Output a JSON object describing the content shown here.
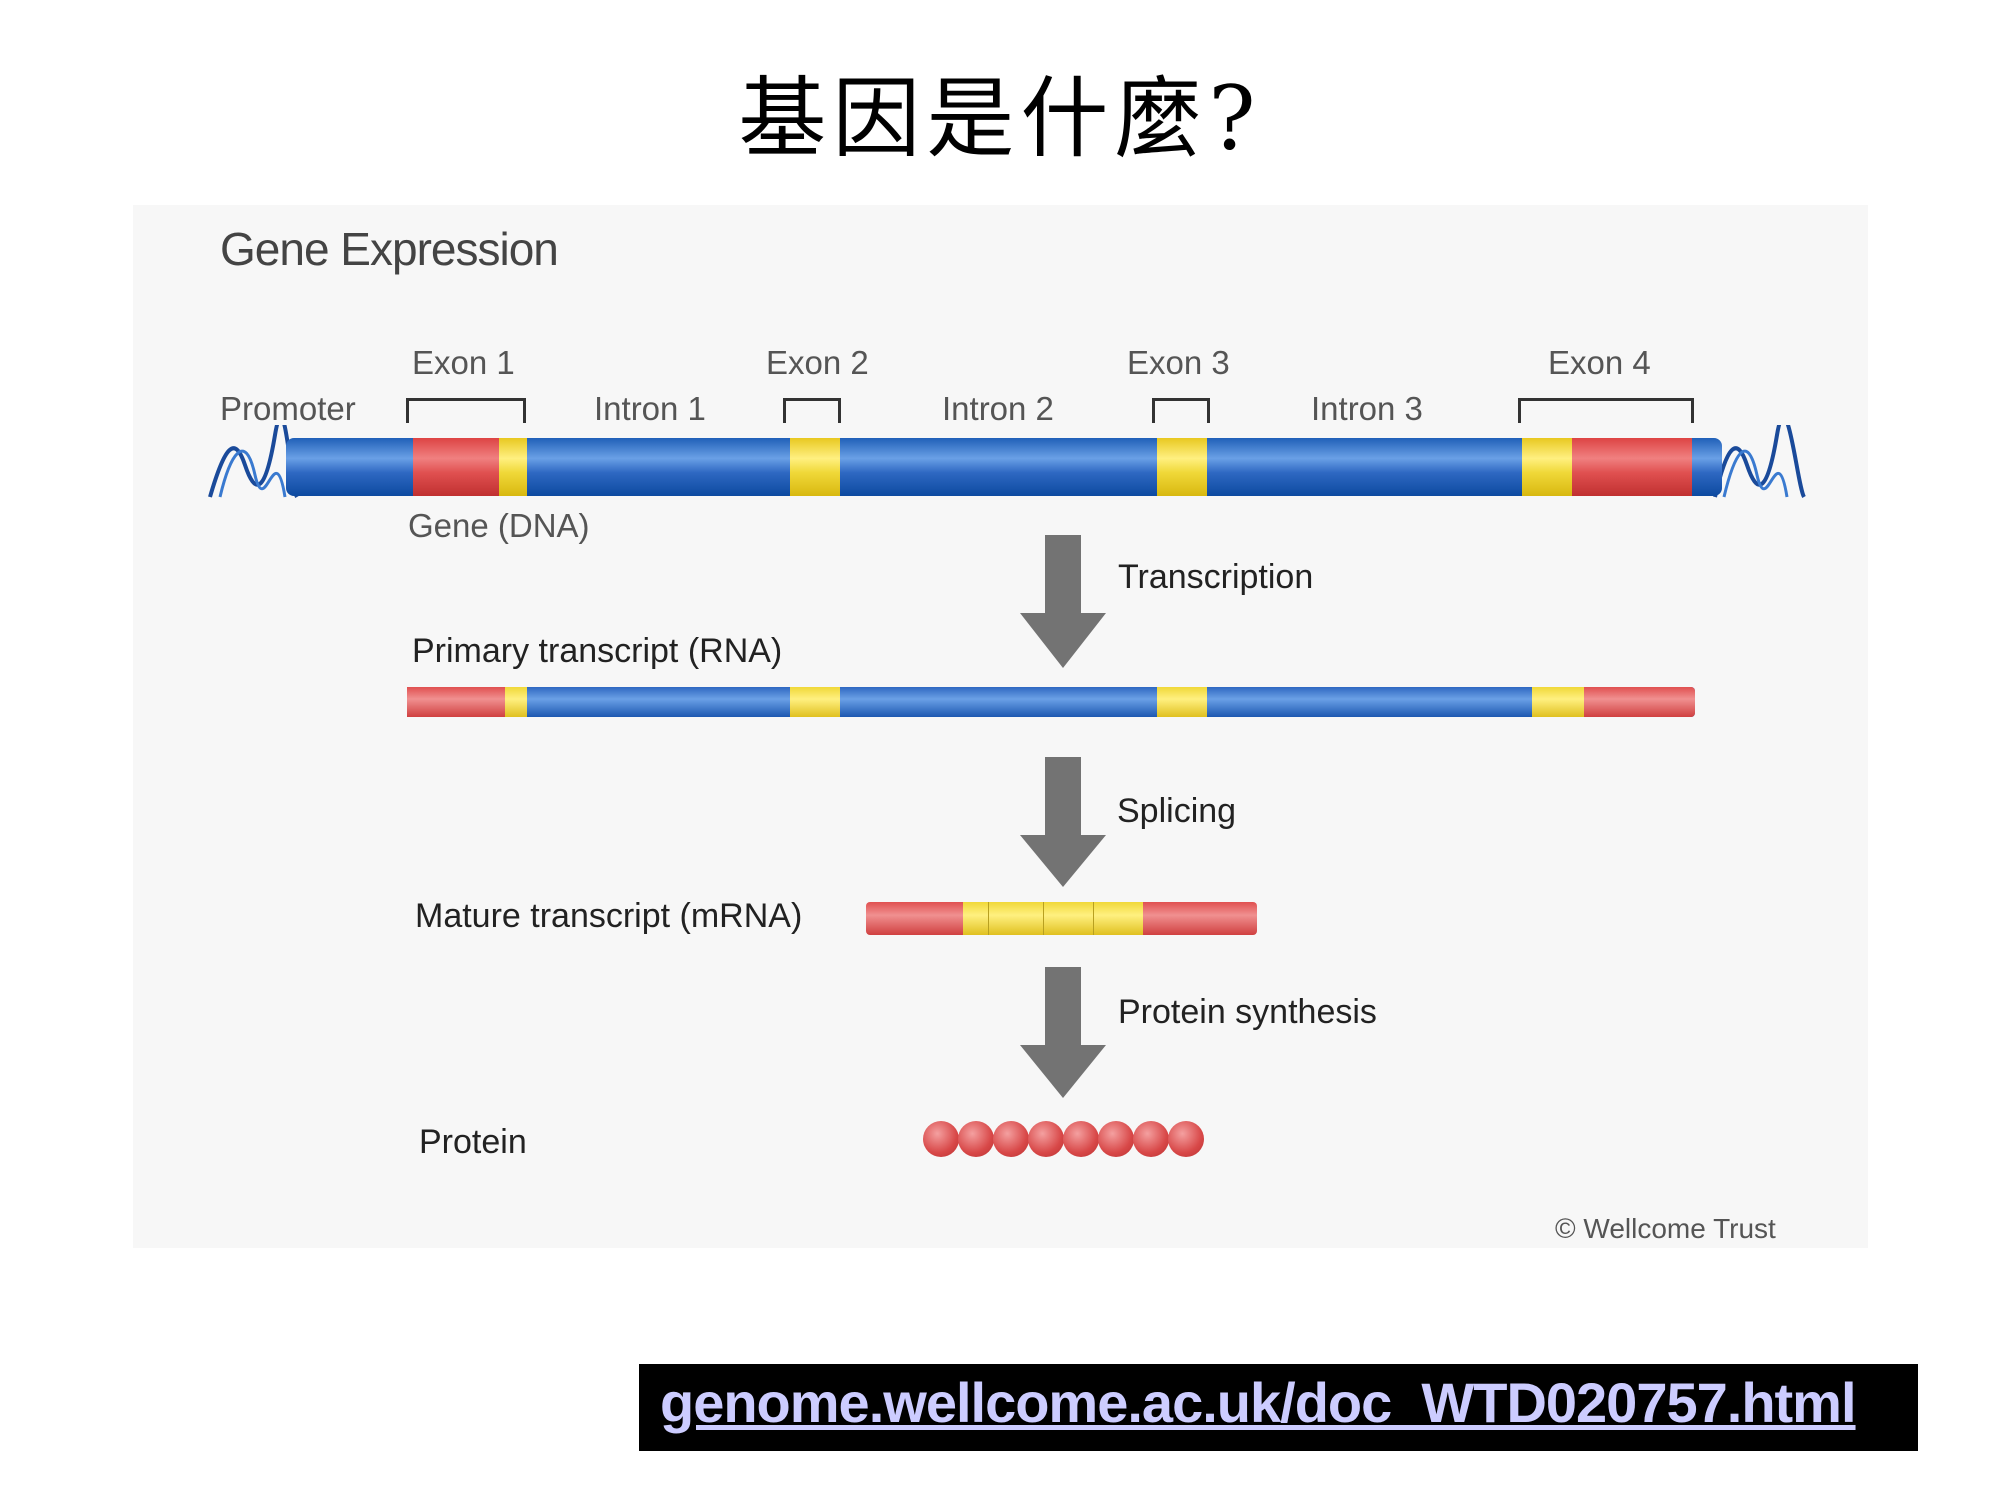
{
  "slide": {
    "title": "基因是什麼?",
    "link": "genome.wellcome.ac.uk/doc_WTD020757.html"
  },
  "diagram": {
    "title": "Gene Expression",
    "credit": "© Wellcome Trust",
    "colors": {
      "intron": "#2f68c4",
      "exon_coding": "#f0d838",
      "utr": "#e05a5a",
      "arrow": "#737373",
      "helix": "#1a4a9a"
    },
    "gene_labels": {
      "promoter": "Promoter",
      "exons": [
        "Exon 1",
        "Exon 2",
        "Exon 3",
        "Exon 4"
      ],
      "introns": [
        "Intron 1",
        "Intron 2",
        "Intron 3"
      ],
      "gene": "Gene (DNA)"
    },
    "steps": [
      {
        "process": "Transcription",
        "product": "Primary transcript (RNA)"
      },
      {
        "process": "Splicing",
        "product": "Mature transcript (mRNA)"
      },
      {
        "process": "Protein synthesis",
        "product": "Protein"
      }
    ],
    "protein_bead_count": 8
  }
}
